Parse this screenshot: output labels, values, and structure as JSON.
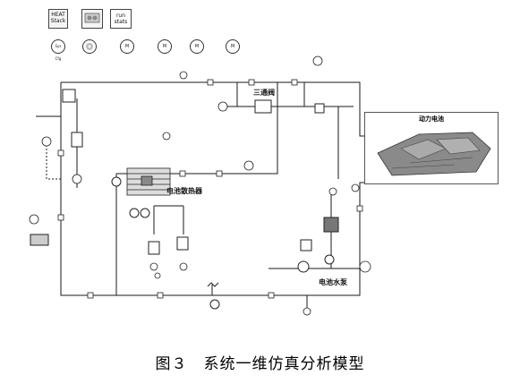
{
  "library": {
    "heat_stack": {
      "line1": "HEAT",
      "line2": "Stack"
    },
    "run_stats": {
      "line1": "run",
      "line2": "stats"
    },
    "circle_top": "Sys Cfg",
    "circle_b": "M"
  },
  "labels": {
    "three_way_valve": "三通阀",
    "battery_radiator": "电池散热器",
    "battery_pump": "电池水泵",
    "power_battery": "动力电池"
  },
  "caption": "图３　系统一维仿真分析模型",
  "colors": {
    "line": "#1a1a1a",
    "battery_fill": "#7a7a7a"
  }
}
